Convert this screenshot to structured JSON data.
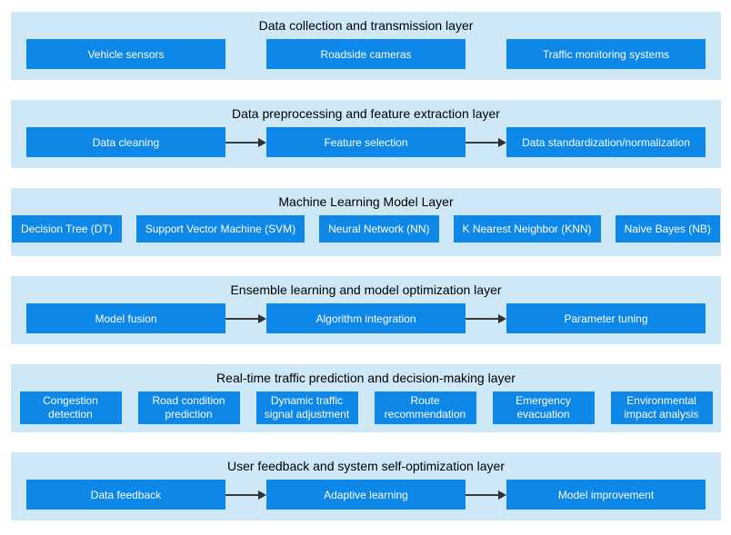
{
  "diagram": {
    "colors": {
      "band_background": "#cfe8f8",
      "node_background": "#0d87e8",
      "node_text": "#ffffff",
      "title_text": "#000000",
      "arrow": "#3a3a3a"
    },
    "layers": [
      {
        "title": "Data collection and transmission layer",
        "connector": "none",
        "boxes": [
          "Vehicle sensors",
          "Roadside cameras",
          "Traffic monitoring systems"
        ]
      },
      {
        "title": "Data preprocessing and feature extraction layer",
        "connector": "arrow",
        "boxes": [
          "Data cleaning",
          "Feature selection",
          "Data standardization/normalization"
        ]
      },
      {
        "title": "Machine Learning Model Layer",
        "connector": "none",
        "boxes": [
          "Decision Tree (DT)",
          "Support Vector Machine (SVM)",
          "Neural Network (NN)",
          "K Nearest Neighbor (KNN)",
          "Naive Bayes (NB)"
        ]
      },
      {
        "title": "Ensemble learning and model optimization layer",
        "connector": "arrow",
        "boxes": [
          "Model fusion",
          "Algorithm integration",
          "Parameter tuning"
        ]
      },
      {
        "title": "Real-time traffic prediction and decision-making layer",
        "connector": "none",
        "boxes": [
          "Congestion detection",
          "Road condition prediction",
          "Dynamic traffic signal adjustment",
          "Route recommendation",
          "Emergency evacuation",
          "Environmental impact analysis"
        ]
      },
      {
        "title": "User feedback and system self-optimization layer",
        "connector": "arrow",
        "boxes": [
          "Data feedback",
          "Adaptive learning",
          "Model improvement"
        ]
      }
    ]
  }
}
